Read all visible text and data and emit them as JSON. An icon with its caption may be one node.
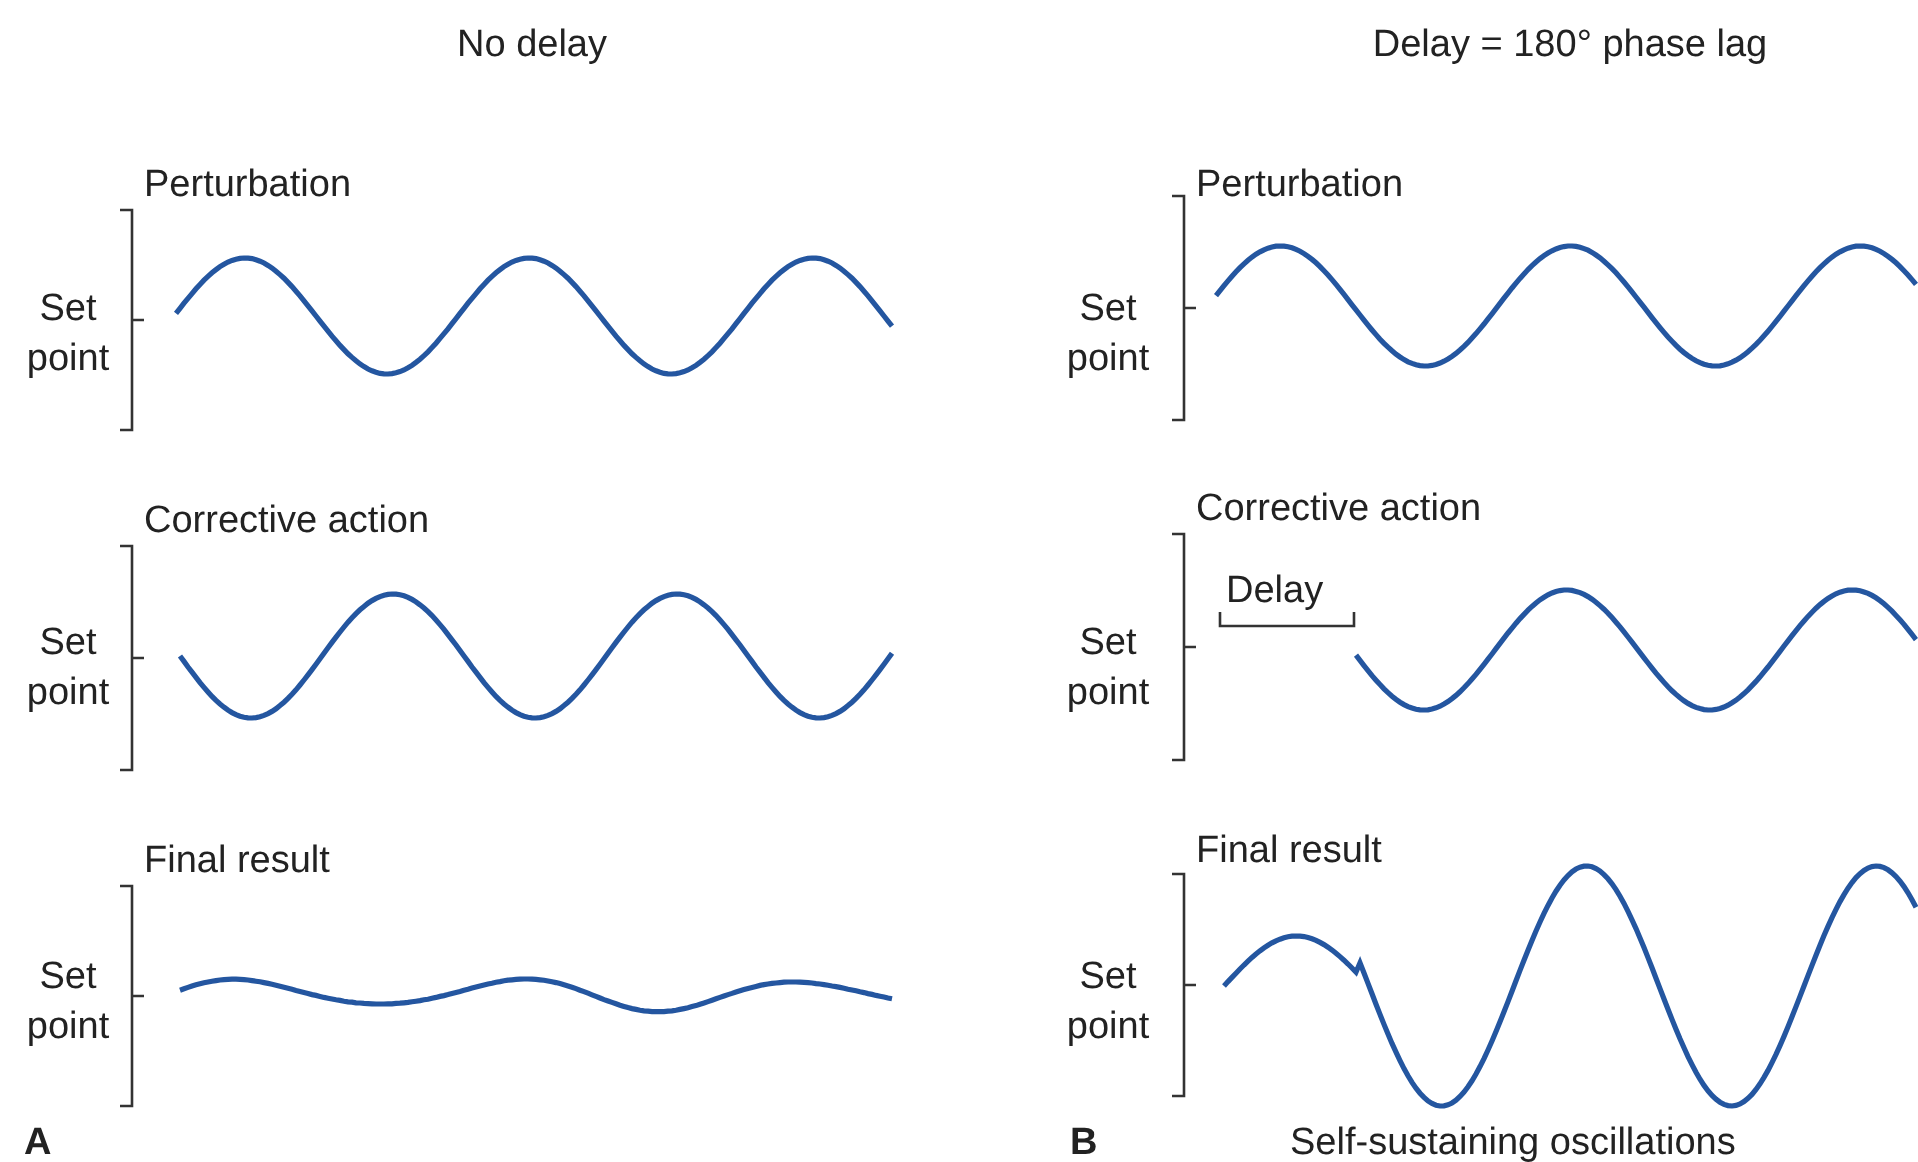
{
  "diagram": {
    "labels": [
      "No delay",
      "Delay = 180° phase lag",
      "Perturbation",
      "Perturbation",
      "Set point",
      "Set point",
      "Corrective action",
      "Corrective action",
      "Delay",
      "Set point",
      "Set point",
      "Final result",
      "Final result",
      "Set point",
      "Set point",
      "A",
      "B",
      "Self-sustaining oscillations"
    ]
  }
}
